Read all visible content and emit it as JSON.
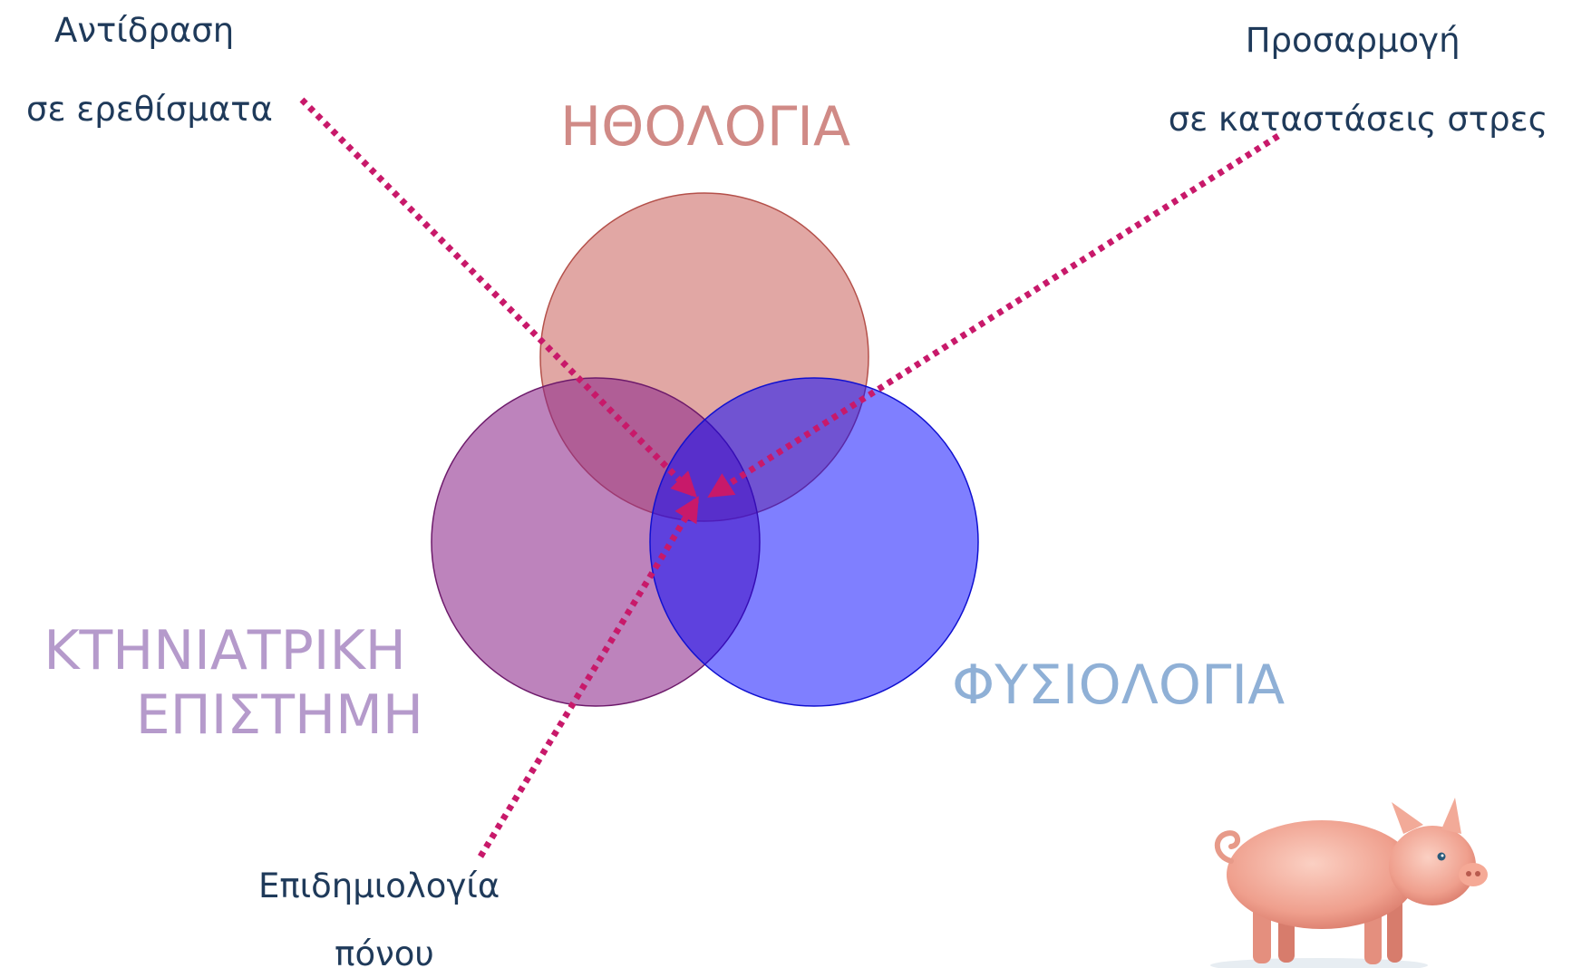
{
  "diagram": {
    "circles": [
      {
        "key": "ethology",
        "lines": [
          "ΗΘΟΛΟΓΙΑ"
        ],
        "fill": "#c95f5a",
        "stroke": "#b4504a",
        "label_color": "#d08a86"
      },
      {
        "key": "veterinary",
        "lines": [
          "ΚΤΗΝΙΑΤΡΙΚΗ",
          "ΕΠΙΣΤΗΜΗ"
        ],
        "fill": "#8e2a8c",
        "stroke": "#6d1a6b",
        "label_color": "#b59acb"
      },
      {
        "key": "physiology",
        "lines": [
          "ΦΥΣΙΟΛΟΓΙΑ"
        ],
        "fill": "#0000ff",
        "stroke": "#1010d0",
        "label_color": "#8fb0d6"
      }
    ],
    "annotations": [
      {
        "key": "reaction",
        "lines": [
          "Αντίδραση",
          "σε ερεθίσματα"
        ]
      },
      {
        "key": "adaptation",
        "lines": [
          "Προσαρμογή",
          "σε καταστάσεις στρες"
        ]
      },
      {
        "key": "epidemiology",
        "lines": [
          "Επιδημιολογία",
          "πόνου"
        ]
      }
    ],
    "connector_color": "#c8196a",
    "illustration": "pig-illustration"
  }
}
